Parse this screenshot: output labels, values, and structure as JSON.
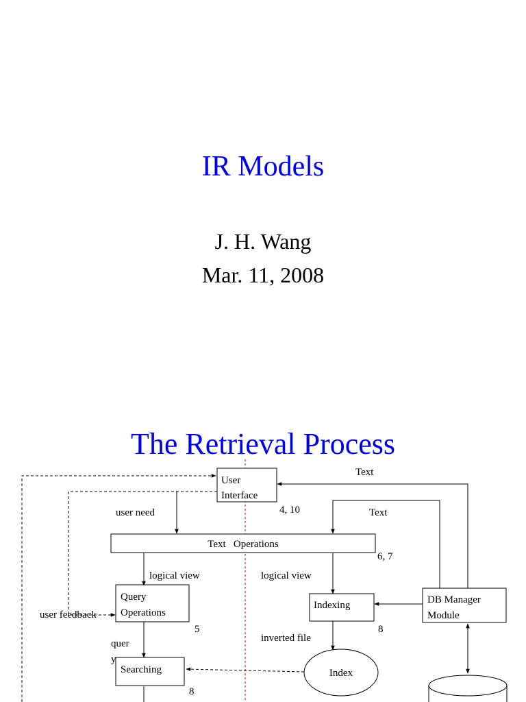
{
  "slide1": {
    "title": "IR Models",
    "author": "J. H. Wang",
    "date": "Mar. 11, 2008"
  },
  "slide2": {
    "title": "The Retrieval Process",
    "colors": {
      "title": "#0000e6",
      "divider": "#cc0000"
    },
    "boxes": {
      "user_interface_line1": "User",
      "user_interface_line2": "Interface",
      "text_operations": "Text   Operations",
      "query_operations_line1": "Query",
      "query_operations_line2": "Operations",
      "indexing": "Indexing",
      "db_manager_line1": "DB Manager",
      "db_manager_line2": "Module",
      "searching": "Searching",
      "index": "Index"
    },
    "labels": {
      "text_top": "Text",
      "text_second": "Text",
      "user_need": "user need",
      "steps_4_10": "4, 10",
      "steps_6_7": "6, 7",
      "logical_view_left": "logical view",
      "logical_view_right": "logical view",
      "user_feedback": "user feedback",
      "step_5": "5",
      "step_8_indexing": "8",
      "step_8_searching": "8",
      "inverted_file": "inverted file",
      "query_line1": "quer",
      "query_line2": "y"
    }
  }
}
